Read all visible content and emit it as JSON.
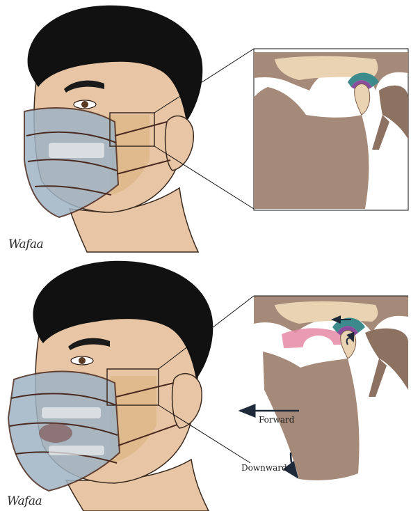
{
  "annotations": {
    "forward": "Forward",
    "downward": "Downward"
  },
  "signature": {
    "top": "Wafaa",
    "bottom": "Wafaa"
  },
  "colors": {
    "hair": "#111111",
    "skin": "#e8c5a4",
    "skin_shadow": "#c99f7c",
    "mask": "#9fb3c4",
    "mask_strap": "#6b3a2a",
    "bone": "#a58a79",
    "bone_light": "#e9d3b2",
    "condyle_disc_teal": "#3d8a8c",
    "condyle_disc_purple": "#8a4c9c",
    "muscle_pink": "#e48aa6",
    "arrow": "#1e2a3a"
  },
  "panels": [
    {
      "name": "closed-mouth",
      "inset": "joint-at-rest"
    },
    {
      "name": "open-mouth",
      "inset": "joint-translated"
    }
  ]
}
